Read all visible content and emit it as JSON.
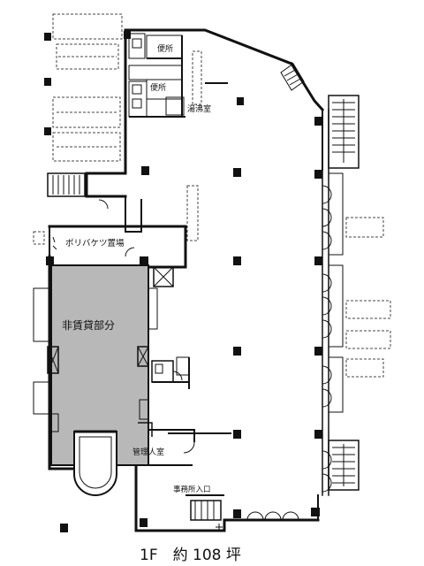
{
  "labels": {
    "restroom_1": "便所",
    "restroom_2": "便所",
    "kitchenette": "湯沸室",
    "bucket_area": "ポリバケツ置場",
    "non_rental": "非賃貸部分",
    "manager_room": "管理人室",
    "office_entrance": "事務所入口",
    "floor_caption": "1F　約 108 坪"
  },
  "colors": {
    "wall": "#111111",
    "non_rental_fill": "#b8b8b8",
    "background": "#ffffff"
  }
}
